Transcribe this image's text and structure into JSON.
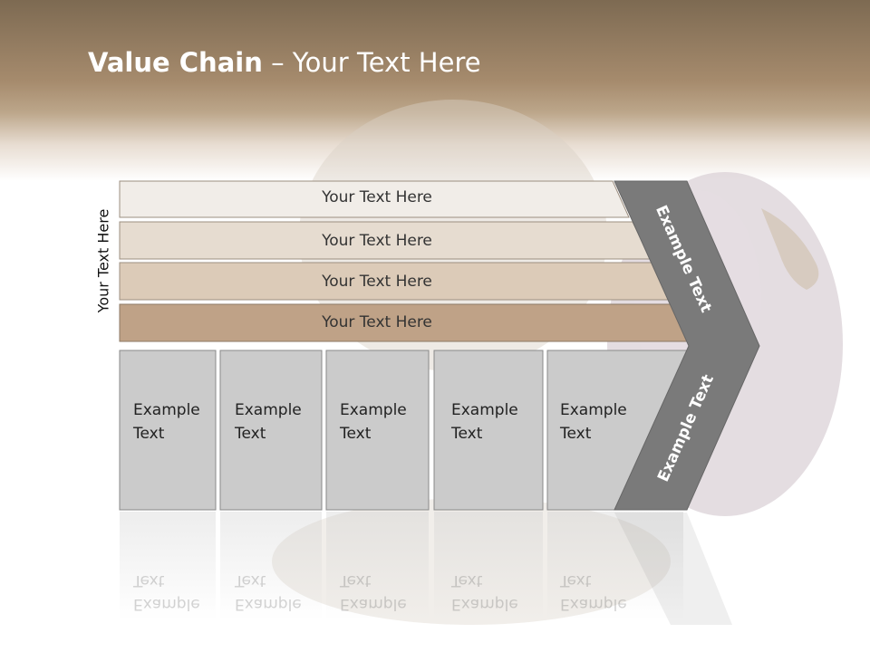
{
  "title": {
    "bold": "Value Chain",
    "rest": " – Your Text Here"
  },
  "side_label": "Your Text Here",
  "bars": [
    "Your Text Here",
    "Your Text Here",
    "Your Text Here",
    "Your Text Here"
  ],
  "columns": [
    {
      "line1": "Example",
      "line2": "Text"
    },
    {
      "line1": "Example",
      "line2": "Text"
    },
    {
      "line1": "Example",
      "line2": "Text"
    },
    {
      "line1": "Example",
      "line2": "Text"
    },
    {
      "line1": "Example",
      "line2": "Text"
    }
  ],
  "chevron": {
    "upper": "Example Text",
    "lower": "Example Text"
  },
  "colors": {
    "header": "#8f7a60",
    "bar1": "#f1ede8",
    "bar2": "#e6dcd0",
    "bar3": "#dccbb8",
    "bar4": "#bfa287",
    "column": "#cbcbcb",
    "chevron": "#7a7a7a"
  }
}
